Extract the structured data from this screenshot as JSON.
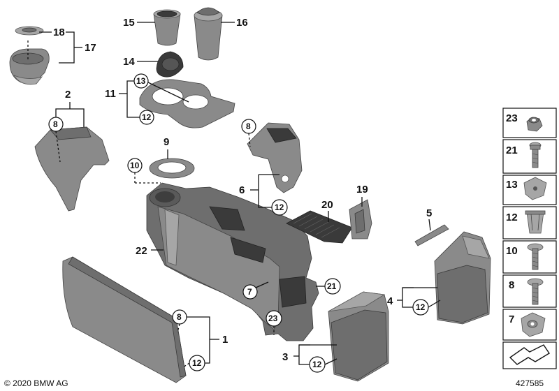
{
  "copyright": "© 2020 BMW AG",
  "diagram_number": "427585",
  "callouts": {
    "c1": "1",
    "c2": "2",
    "c3": "3",
    "c4": "4",
    "c5": "5",
    "c6": "6",
    "c9": "9",
    "c11": "11",
    "c14": "14",
    "c15": "15",
    "c16": "16",
    "c17": "17",
    "c18": "18",
    "c19": "19",
    "c20": "20",
    "c22": "22"
  },
  "circled": {
    "a8_2": "8",
    "a13_11": "13",
    "a12_11": "12",
    "a10_9": "10",
    "a8_6": "8",
    "a12_6": "12",
    "a7": "7",
    "a21": "21",
    "a23": "23",
    "a8_1": "8",
    "a12_1": "12",
    "a12_3": "12",
    "a12_4": "12"
  },
  "fasteners": [
    "23",
    "21",
    "13",
    "12",
    "10",
    "8",
    "7"
  ]
}
